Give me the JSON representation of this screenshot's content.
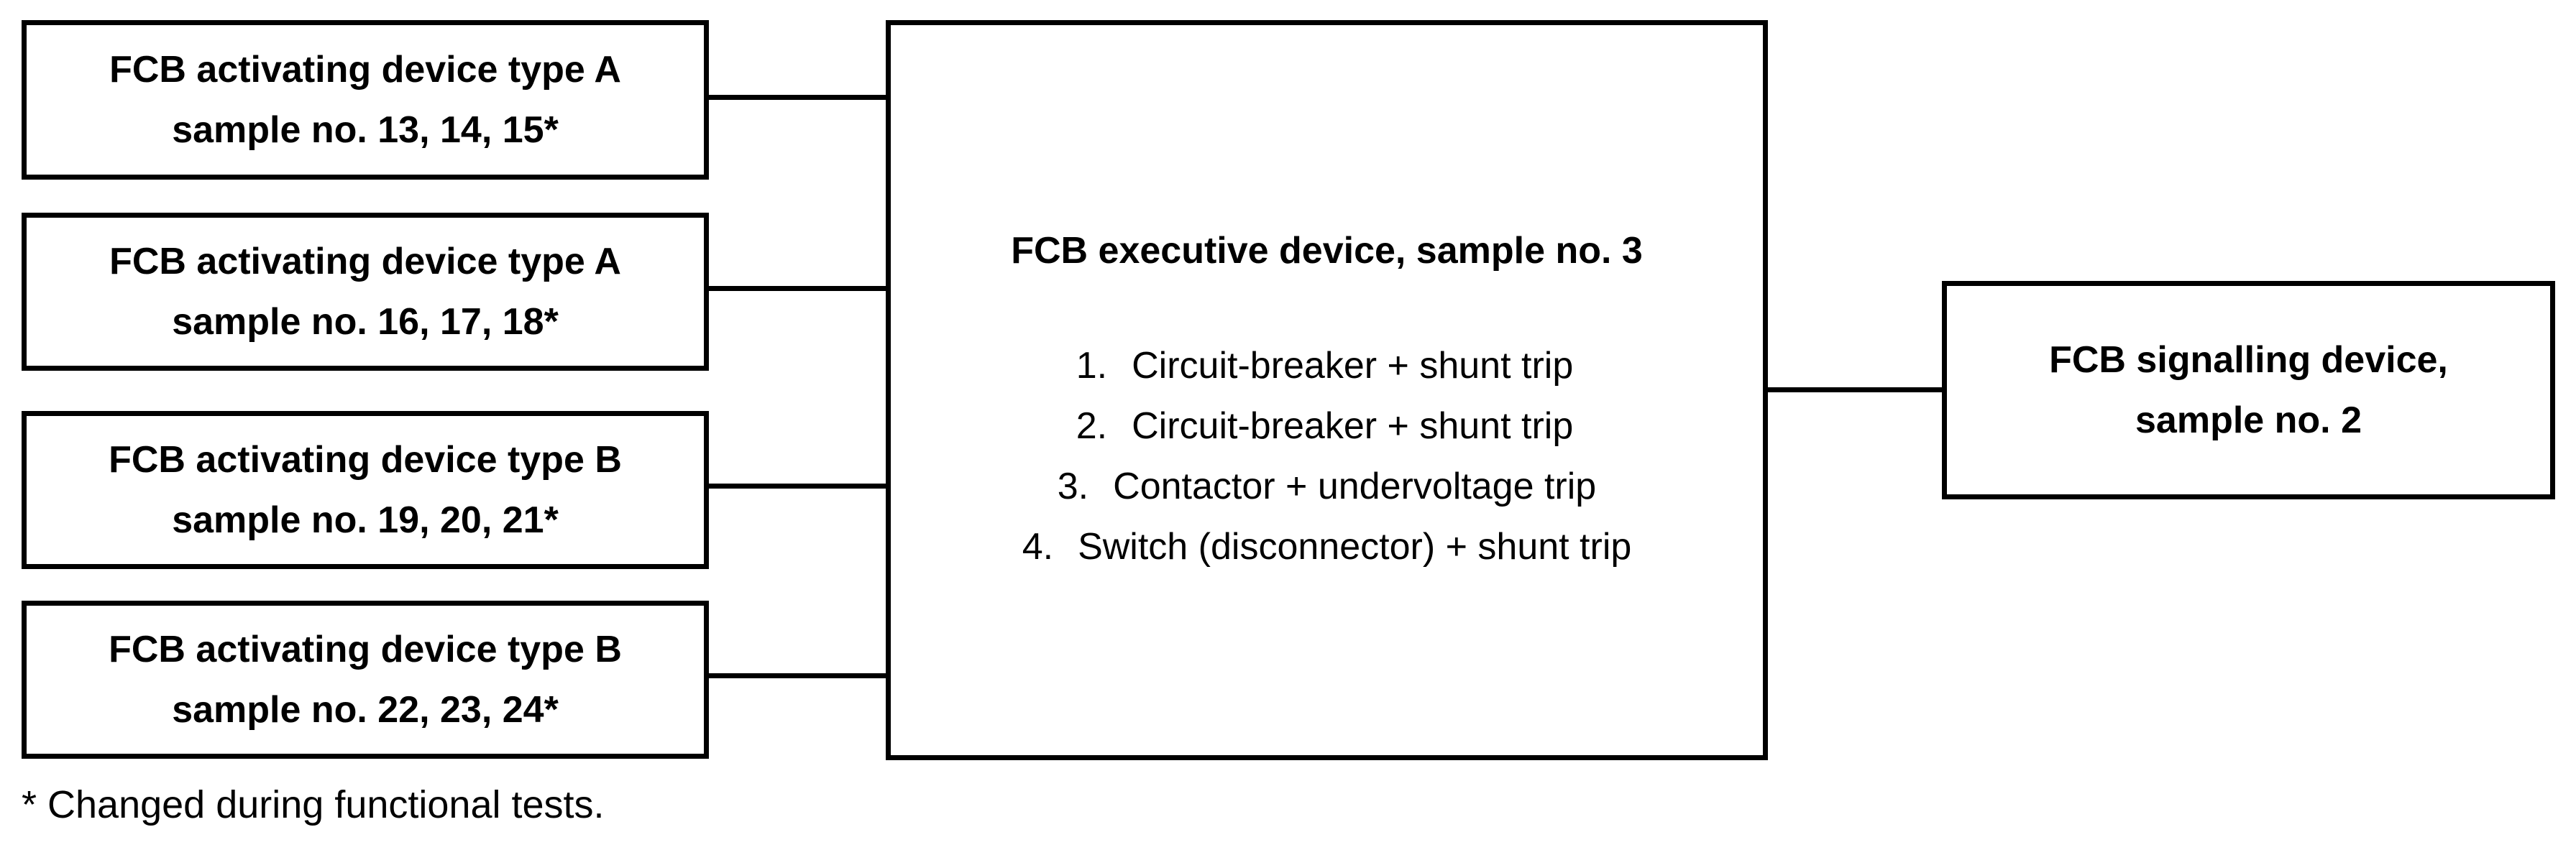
{
  "activating_devices": [
    {
      "line1": "FCB activating device type A",
      "line2": "sample no. 13, 14, 15*"
    },
    {
      "line1": "FCB activating device type A",
      "line2": "sample no. 16, 17, 18*"
    },
    {
      "line1": "FCB activating device type B",
      "line2": "sample no. 19, 20, 21*"
    },
    {
      "line1": "FCB activating device type B",
      "line2": "sample no. 22, 23, 24*"
    }
  ],
  "executive_device": {
    "title": "FCB executive device, sample no. 3",
    "items": [
      {
        "num": "1.",
        "text": "Circuit-breaker + shunt trip"
      },
      {
        "num": "2.",
        "text": "Circuit-breaker + shunt trip"
      },
      {
        "num": "3.",
        "text": "Contactor + undervoltage trip"
      },
      {
        "num": "4.",
        "text": "Switch (disconnector) + shunt trip"
      }
    ]
  },
  "signalling_device": {
    "line1": "FCB signalling device,",
    "line2": "sample no. 2"
  },
  "footnote": "* Changed during functional tests."
}
